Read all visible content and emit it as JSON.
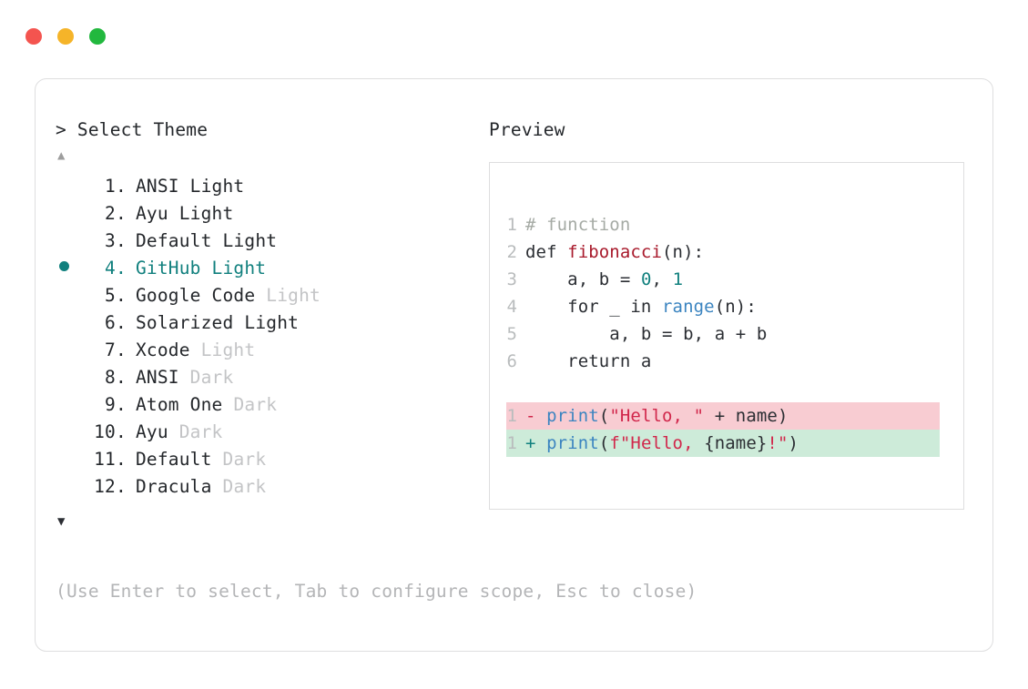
{
  "window": {
    "buttons": [
      {
        "name": "close",
        "color": "#f4544f"
      },
      {
        "name": "minimize",
        "color": "#f5b429"
      },
      {
        "name": "maximize",
        "color": "#22b83e"
      }
    ]
  },
  "picker": {
    "prompt_caret": ">",
    "prompt_title": "Select Theme",
    "scroll_up_icon": "▲",
    "scroll_down_icon": "▼",
    "selected_index": 4,
    "accent_color": "#11807e",
    "items": [
      {
        "index": "1",
        "name": "ANSI",
        "suffix": "Light",
        "suffix_dim": false,
        "selected": false
      },
      {
        "index": "2",
        "name": "Ayu",
        "suffix": "Light",
        "suffix_dim": false,
        "selected": false
      },
      {
        "index": "3",
        "name": "Default",
        "suffix": "Light",
        "suffix_dim": false,
        "selected": false
      },
      {
        "index": "4",
        "name": "GitHub",
        "suffix": "Light",
        "suffix_dim": false,
        "selected": true
      },
      {
        "index": "5",
        "name": "Google Code",
        "suffix": "Light",
        "suffix_dim": true,
        "selected": false
      },
      {
        "index": "6",
        "name": "Solarized",
        "suffix": "Light",
        "suffix_dim": false,
        "selected": false
      },
      {
        "index": "7",
        "name": "Xcode",
        "suffix": "Light",
        "suffix_dim": true,
        "selected": false
      },
      {
        "index": "8",
        "name": "ANSI",
        "suffix": "Dark",
        "suffix_dim": true,
        "selected": false
      },
      {
        "index": "9",
        "name": "Atom One",
        "suffix": "Dark",
        "suffix_dim": true,
        "selected": false
      },
      {
        "index": "10",
        "name": "Ayu",
        "suffix": "Dark",
        "suffix_dim": true,
        "selected": false
      },
      {
        "index": "11",
        "name": "Default",
        "suffix": "Dark",
        "suffix_dim": true,
        "selected": false
      },
      {
        "index": "12",
        "name": "Dracula",
        "suffix": "Dark",
        "suffix_dim": true,
        "selected": false
      }
    ],
    "hint": "(Use Enter to select, Tab to configure scope, Esc to close)"
  },
  "preview": {
    "label": "Preview",
    "code_lines": [
      {
        "n": "1",
        "tokens": [
          {
            "t": "# function",
            "c": "comment"
          }
        ]
      },
      {
        "n": "2",
        "tokens": [
          {
            "t": "def ",
            "c": "kw"
          },
          {
            "t": "fibonacci",
            "c": "fn"
          },
          {
            "t": "(n):",
            "c": "plain"
          }
        ]
      },
      {
        "n": "3",
        "tokens": [
          {
            "t": "    a, b = ",
            "c": "plain"
          },
          {
            "t": "0",
            "c": "num"
          },
          {
            "t": ", ",
            "c": "plain"
          },
          {
            "t": "1",
            "c": "num"
          }
        ]
      },
      {
        "n": "4",
        "tokens": [
          {
            "t": "    for _ in ",
            "c": "plain"
          },
          {
            "t": "range",
            "c": "builtin"
          },
          {
            "t": "(n):",
            "c": "plain"
          }
        ]
      },
      {
        "n": "5",
        "tokens": [
          {
            "t": "        a, b = b, a + b",
            "c": "plain"
          }
        ]
      },
      {
        "n": "6",
        "tokens": [
          {
            "t": "    return a",
            "c": "plain"
          }
        ]
      }
    ],
    "diff_lines": [
      {
        "n": "1",
        "sign": "-",
        "kind": "removed",
        "bg": "#f8ccd2",
        "tokens": [
          {
            "t": "print",
            "c": "builtin"
          },
          {
            "t": "(",
            "c": "plain"
          },
          {
            "t": "\"Hello, \"",
            "c": "str"
          },
          {
            "t": " + name)",
            "c": "plain"
          }
        ]
      },
      {
        "n": "1",
        "sign": "+",
        "kind": "added",
        "bg": "#cdebd9",
        "tokens": [
          {
            "t": "print",
            "c": "builtin"
          },
          {
            "t": "(",
            "c": "plain"
          },
          {
            "t": "f\"Hello, ",
            "c": "str"
          },
          {
            "t": "{name}",
            "c": "plain"
          },
          {
            "t": "!\"",
            "c": "str"
          },
          {
            "t": ")",
            "c": "plain"
          }
        ]
      }
    ]
  }
}
